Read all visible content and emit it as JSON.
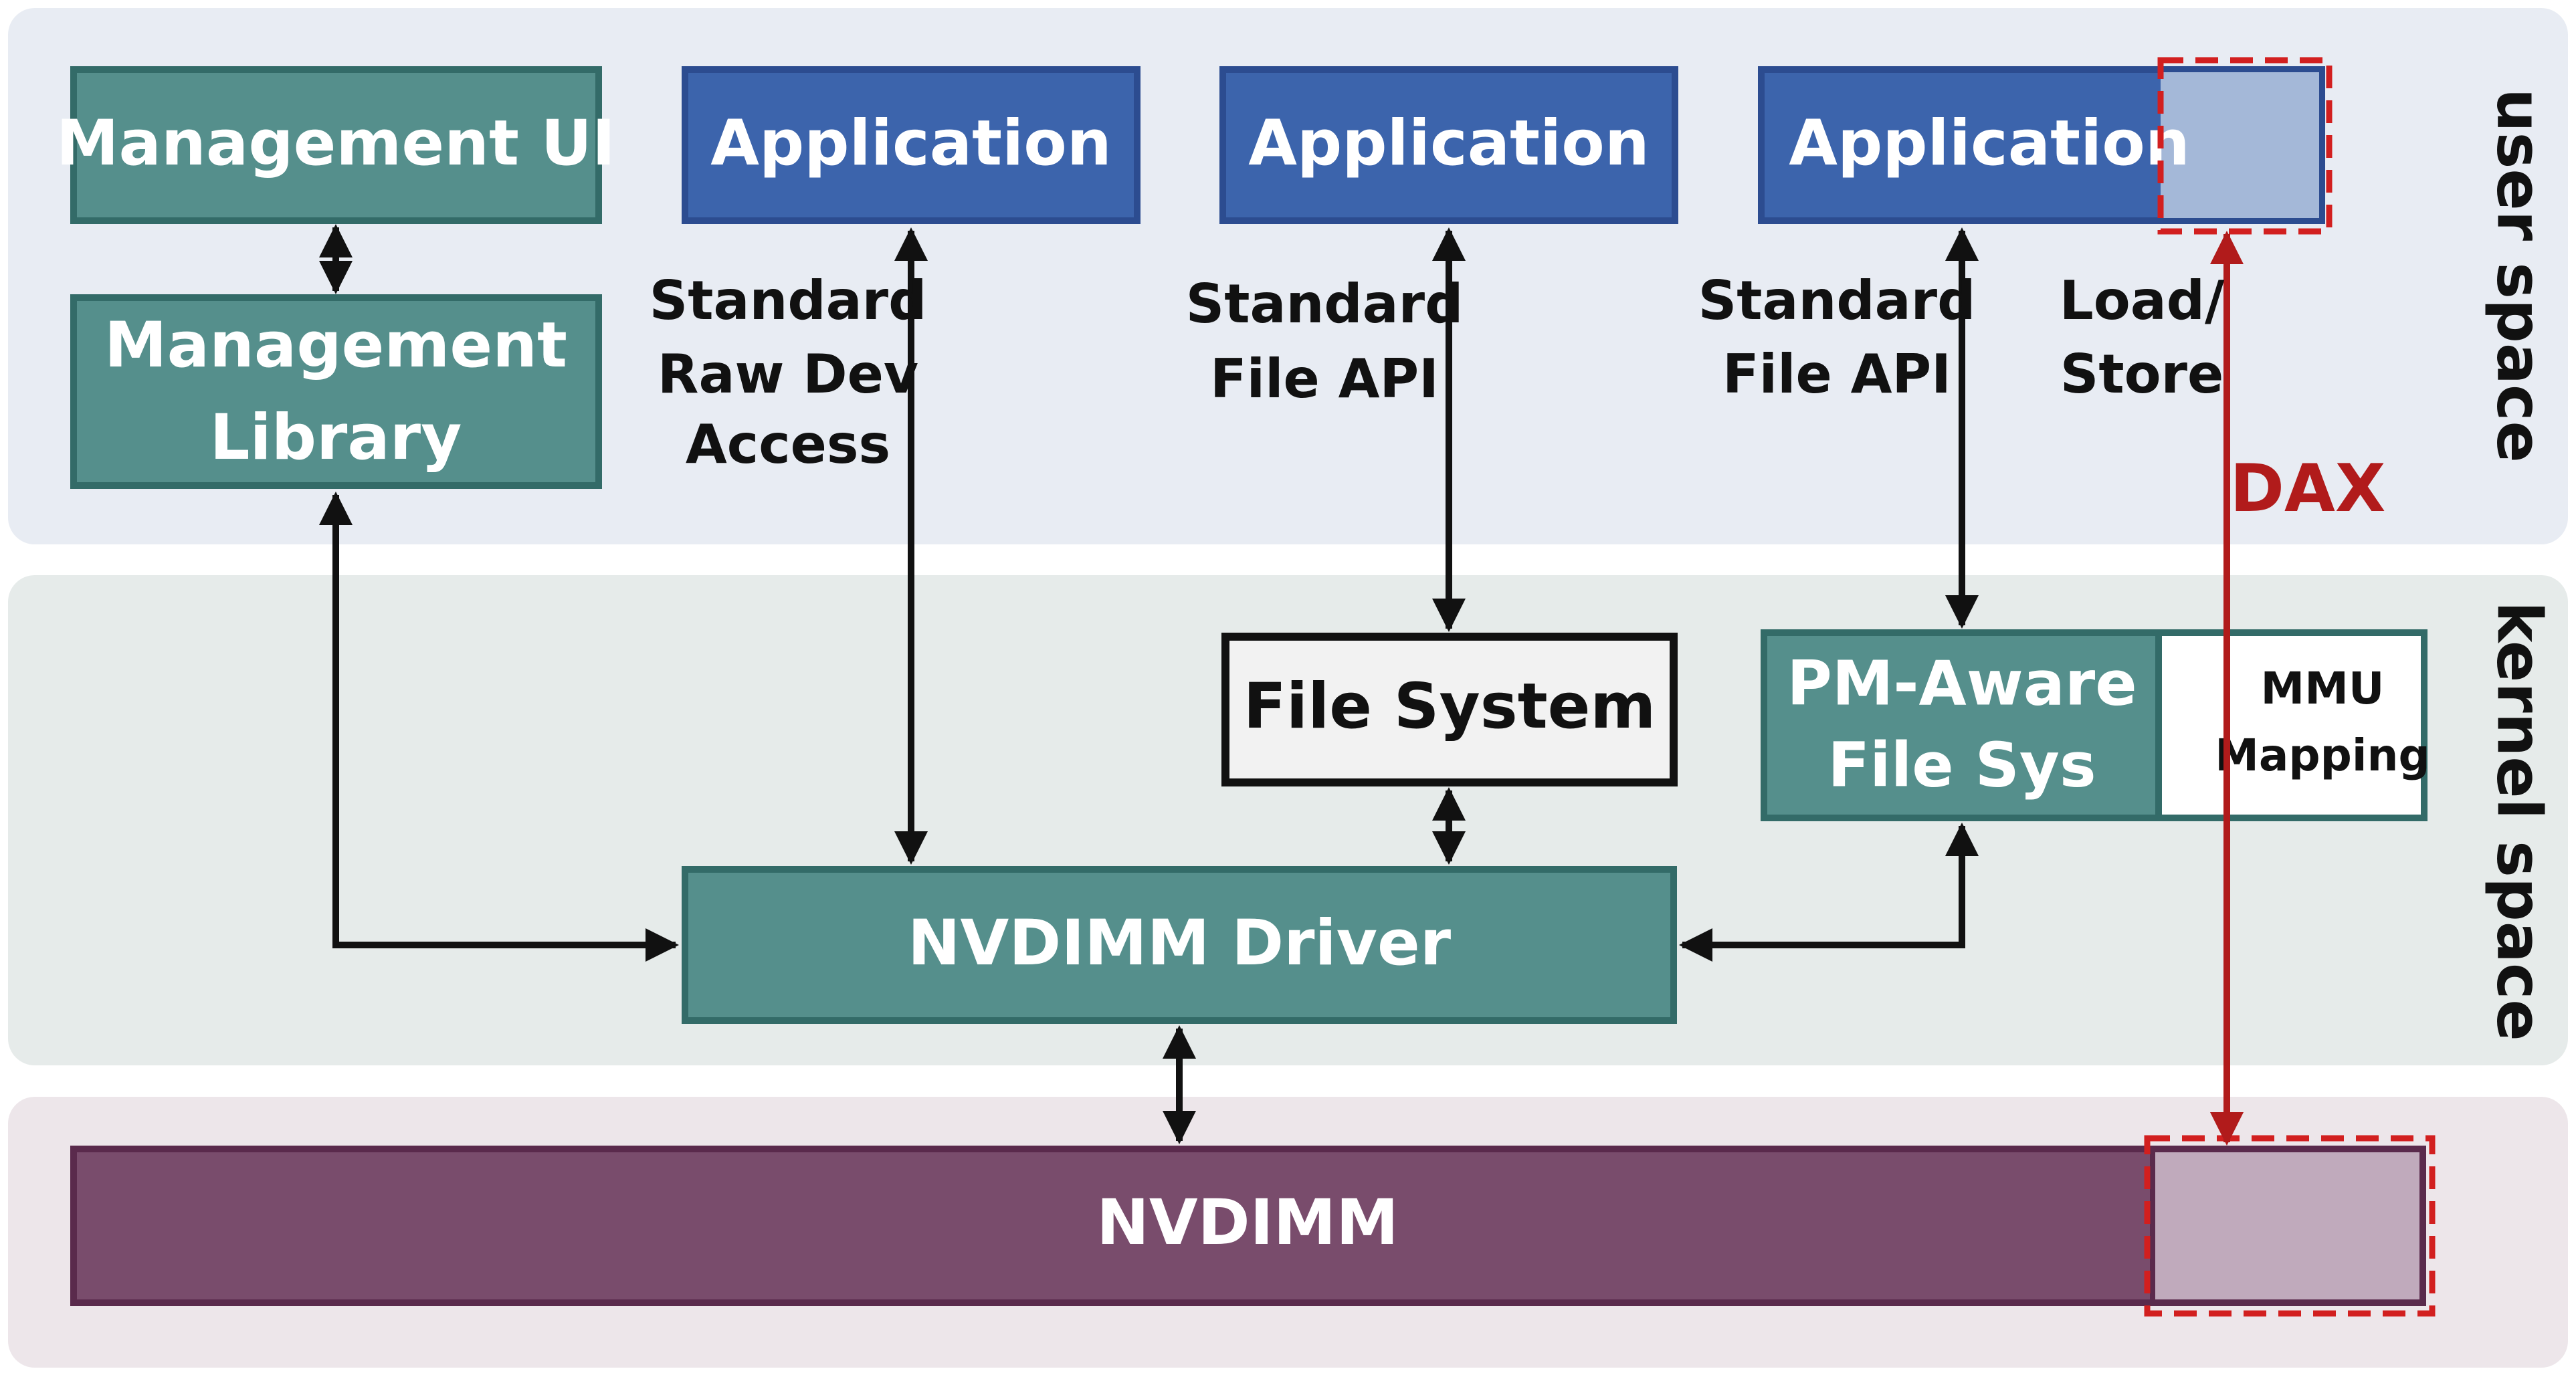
{
  "regions": {
    "user_space": "user space",
    "kernel_space": "kernel space"
  },
  "boxes": {
    "management_ui": "Management UI",
    "management_library": [
      "Management",
      "Library"
    ],
    "application_1": "Application",
    "application_2": "Application",
    "application_3": "Application",
    "file_system": "File System",
    "pm_aware_fs": [
      "PM-Aware",
      "File Sys"
    ],
    "mmu_mapping": [
      "MMU",
      "Mapping"
    ],
    "nvdimm_driver": "NVDIMM Driver",
    "nvdimm": "NVDIMM"
  },
  "labels": {
    "raw_dev_access": [
      "Standard",
      "Raw Dev",
      "Access"
    ],
    "file_api_1": [
      "Standard",
      "File API"
    ],
    "file_api_2": [
      "Standard",
      "File API"
    ],
    "load_store": [
      "Load/",
      "Store"
    ],
    "dax": "DAX"
  },
  "colors": {
    "user_band": "#e8ecf3",
    "kernel_band": "#e6ebea",
    "hw_band": "#ede6ea",
    "teal": "#558f8c",
    "teal_border": "#336b68",
    "blue": "#3c64ac",
    "blue_border": "#2c4c90",
    "blue_light": "#a4b8d8",
    "purple": "#794c6c",
    "purple_border": "#5a2a4c",
    "purple_light": "#c0aabc",
    "dax_red": "#b11b1b",
    "arrow": "#111111"
  }
}
